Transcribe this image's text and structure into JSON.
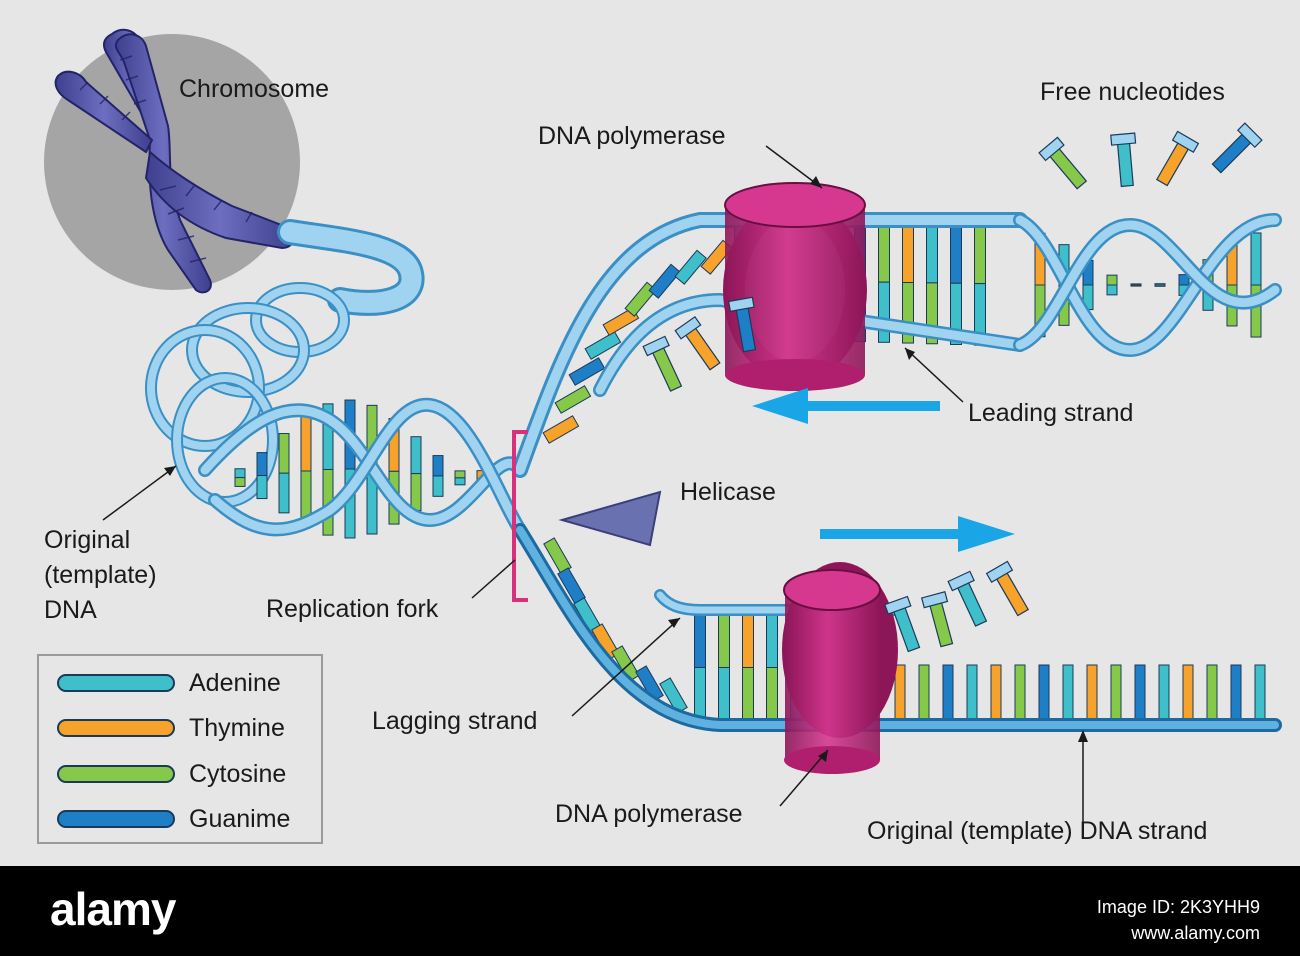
{
  "labels": {
    "chromosome": "Chromosome",
    "free_nucleotides": "Free nucleotides",
    "dna_polymerase_top": "DNA polymerase",
    "leading_strand": "Leading strand",
    "helicase": "Helicase",
    "original_dna_line1": "Original",
    "original_dna_line2": "(template)",
    "original_dna_line3": "DNA",
    "replication_fork": "Replication fork",
    "lagging_strand": "Lagging strand",
    "dna_polymerase_bottom": "DNA polymerase",
    "original_template_strand": "Original (template) DNA strand"
  },
  "legend": [
    {
      "name": "Adenine",
      "color": "#3fbfc9"
    },
    {
      "name": "Thymine",
      "color": "#f7a22b"
    },
    {
      "name": "Cytosine",
      "color": "#86c94a"
    },
    {
      "name": "Guanime",
      "color": "#1f7fc6"
    }
  ],
  "colors": {
    "background": "#e6e6e6",
    "backbone": "#8ecbea",
    "backbone_dark": "#3a8fc4",
    "polymerase": "#c8247e",
    "helicase": "#6a71b0",
    "arrow": "#1aa6e6",
    "chromosome": "#5757a8",
    "fork_bracket": "#d8307a"
  },
  "watermark": {
    "logo": "alamy",
    "code_line1": "Image ID: 2K3YHH9",
    "code_line2": "www.alamy.com"
  }
}
